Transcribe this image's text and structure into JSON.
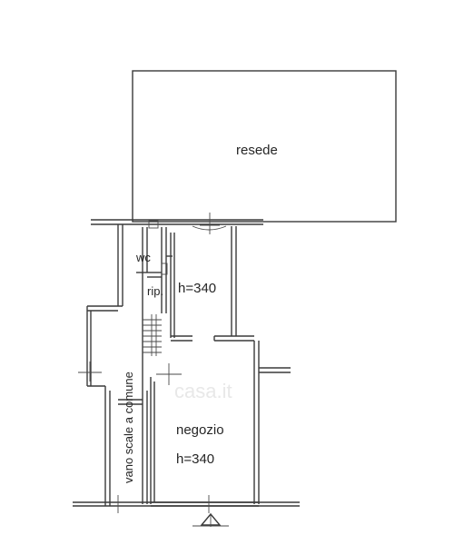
{
  "rooms": {
    "resede": "resede",
    "wc": "wc",
    "rip": "rip.",
    "upper_height": "h=340",
    "negozio": "negozio",
    "negozio_height": "h=340",
    "stair": "vano scale a comune"
  },
  "watermark": "casa.it"
}
